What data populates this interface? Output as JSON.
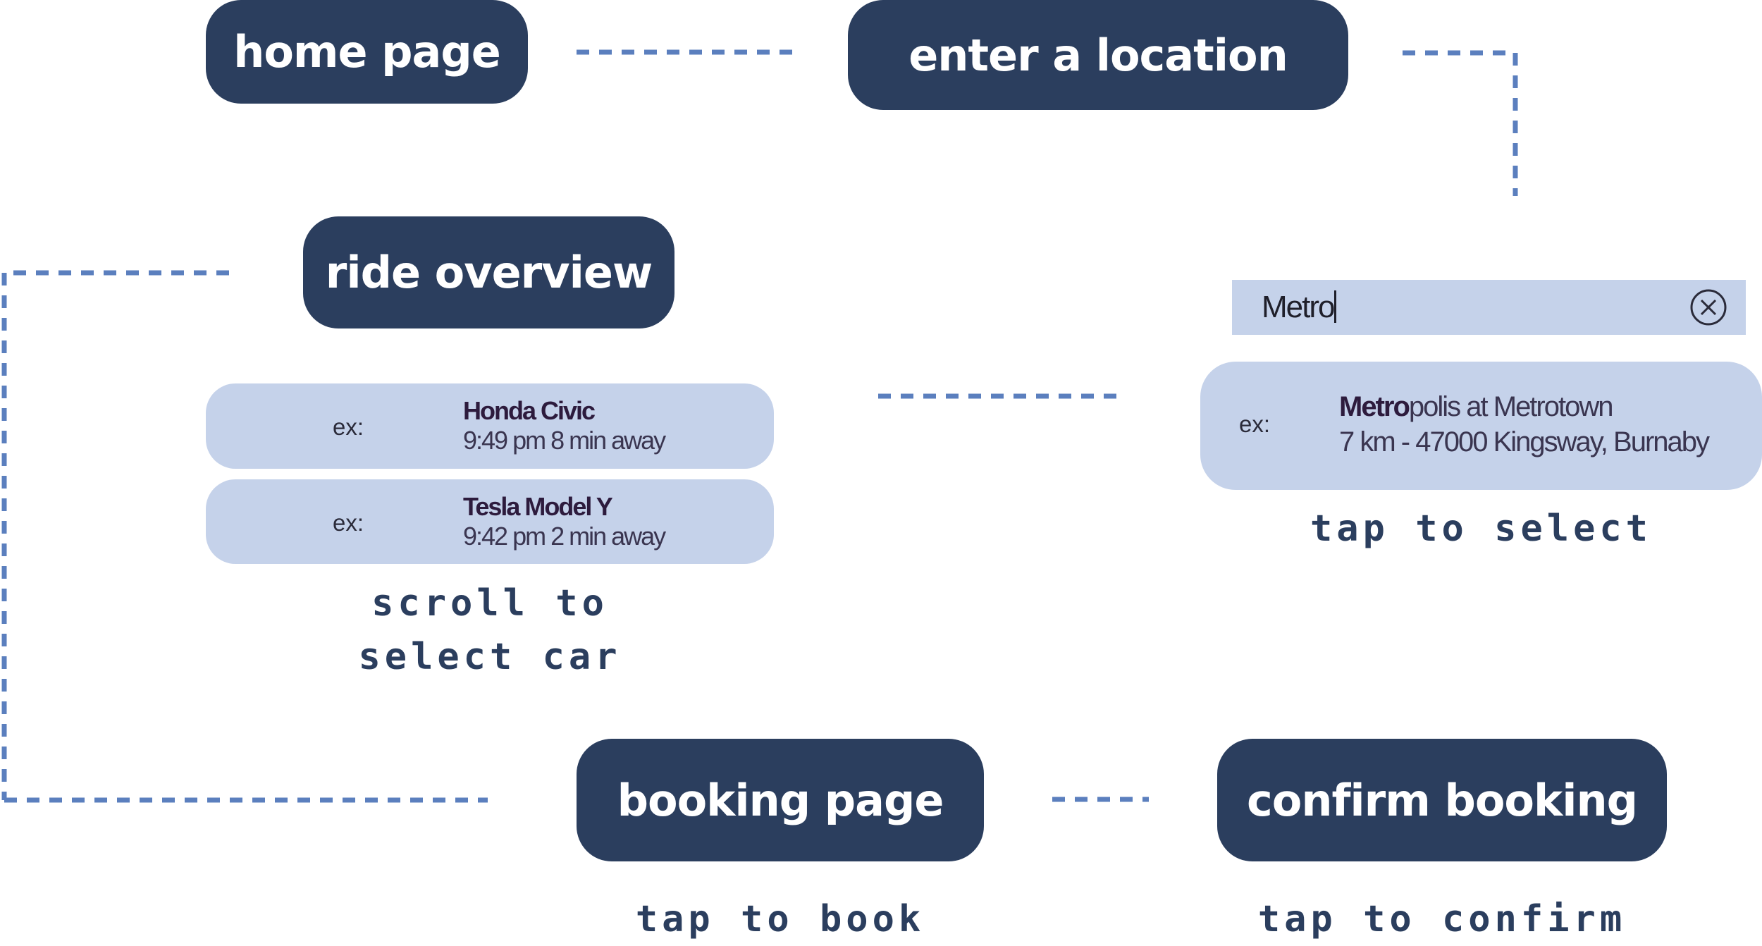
{
  "flow": {
    "home_page": "home page",
    "enter_location": "enter a location",
    "ride_overview": "ride overview",
    "booking_page": "booking page",
    "confirm_booking": "confirm booking"
  },
  "search": {
    "value": "Metro",
    "clear_icon": "close-circle-icon"
  },
  "location_result": {
    "prefix": "ex:",
    "name_match": "Metro",
    "name_rest": "polis at Metrotown",
    "detail": "7 km  -  47000 Kingsway, Burnaby"
  },
  "cars": [
    {
      "prefix": "ex:",
      "name": "Honda Civic",
      "detail": "9:49 pm  8 min away"
    },
    {
      "prefix": "ex:",
      "name": "Tesla Model Y",
      "detail": "9:42 pm  2 min away"
    }
  ],
  "captions": {
    "tap_to_select": "tap to select",
    "scroll_line1": "scroll to",
    "scroll_line2": "select car",
    "tap_to_book": "tap to book",
    "tap_to_confirm": "tap to confirm"
  },
  "colors": {
    "pill": "#2b3e5e",
    "card": "#c5d2ea",
    "connector": "#5b7fbe"
  }
}
